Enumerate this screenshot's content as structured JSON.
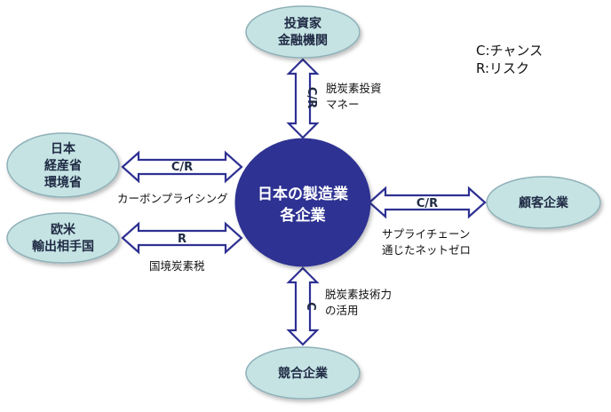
{
  "legend": {
    "line1": "C:チャンス",
    "line2": "R:リスク"
  },
  "center": {
    "line1": "日本の製造業",
    "line2": "各企業"
  },
  "nodes": {
    "investors": {
      "line1": "投資家",
      "line2": "金融機関"
    },
    "government": {
      "line1": "日本",
      "line2": "経産省",
      "line3": "環境省"
    },
    "trade_partners": {
      "line1": "欧米",
      "line2": "輸出相手国"
    },
    "customers": {
      "line1": "顧客企業"
    },
    "competitors": {
      "line1": "競合企業"
    }
  },
  "arrows": {
    "investors": {
      "tag": "C/R",
      "label_line1": "脱炭素投資",
      "label_line2": "マネー"
    },
    "government": {
      "tag": "C/R",
      "label_line1": "カーボンプライシング"
    },
    "trade_partners": {
      "tag": "R",
      "label_line1": "国境炭素税"
    },
    "customers": {
      "tag": "C/R",
      "label_line1": "サプライチェーン",
      "label_line2": "通じたネットゼロ"
    },
    "competitors": {
      "tag": "C",
      "label_line1": "脱炭素技術力",
      "label_line2": "の活用"
    }
  },
  "colors": {
    "node_fill": "#c5e3e3",
    "node_stroke": "#8fb0b8",
    "center_fill": "#2e3192",
    "arrow_fill": "#ffffff",
    "arrow_stroke": "#2e3192"
  }
}
